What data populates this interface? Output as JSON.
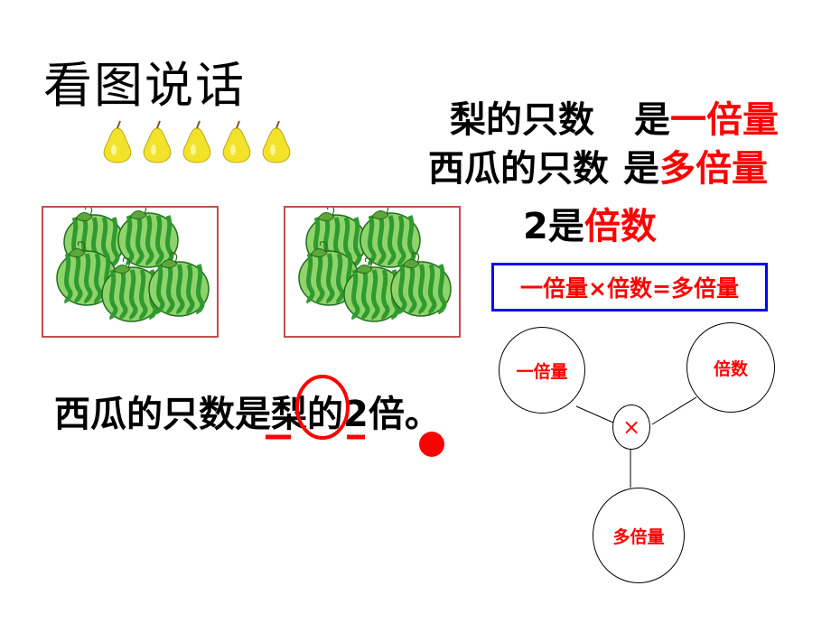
{
  "title": "看图说话",
  "statements": {
    "line1": {
      "subject": "梨的只数",
      "verb": "是",
      "term": "一倍量"
    },
    "line2": {
      "subject": "西瓜的只数",
      "verb": "是",
      "term": "多倍量"
    },
    "line3": {
      "subject": "2是",
      "term": "倍数"
    }
  },
  "formula": "一倍量×倍数=多倍量",
  "sentence": "西瓜的只数是梨的2倍。",
  "diagram": {
    "one_unit": "一倍量",
    "multiple": "倍数",
    "operator": "×",
    "result": "多倍量"
  },
  "colors": {
    "accent": "#ff0000",
    "formula_border": "#0000ff",
    "box_border": "#c0504d",
    "pear": "#f2e22a",
    "watermelon": "#2f9a2f"
  },
  "icons": {
    "pear_count": 5,
    "watermelons_per_box": 5,
    "box_count": 2
  }
}
